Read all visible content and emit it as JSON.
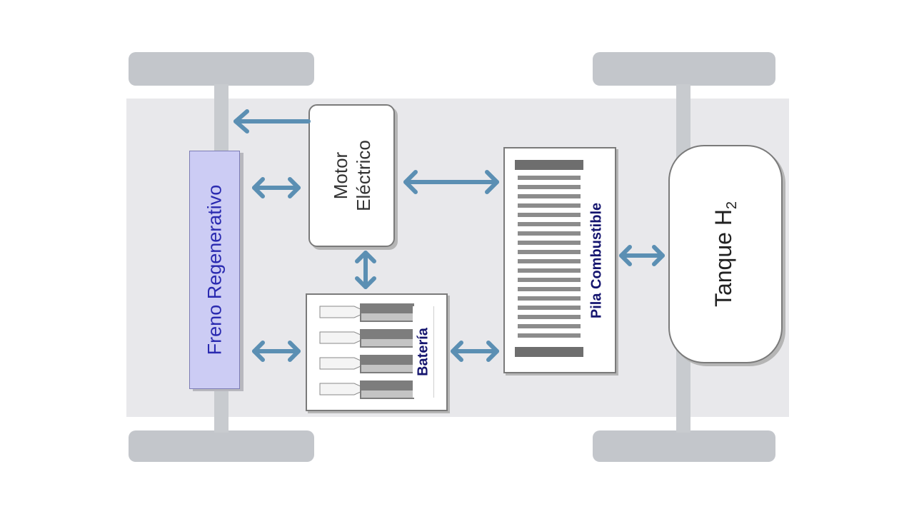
{
  "components": {
    "freno": {
      "label": "Freno Regenerativo"
    },
    "motor": {
      "line1": "Motor",
      "line2": "Eléctrico"
    },
    "bateria": {
      "label": "Batería"
    },
    "pila": {
      "label": "Pila Combustible"
    },
    "tanque": {
      "label": "Tanque H",
      "subscript": "2"
    }
  },
  "colors": {
    "arrow": "#5b8fb3",
    "freno_fill": "#ccccf4",
    "freno_text": "#2a2ab0",
    "bold_label": "#14146e",
    "chassis": "#e8e8eb",
    "wheel": "#c3c6cb"
  }
}
